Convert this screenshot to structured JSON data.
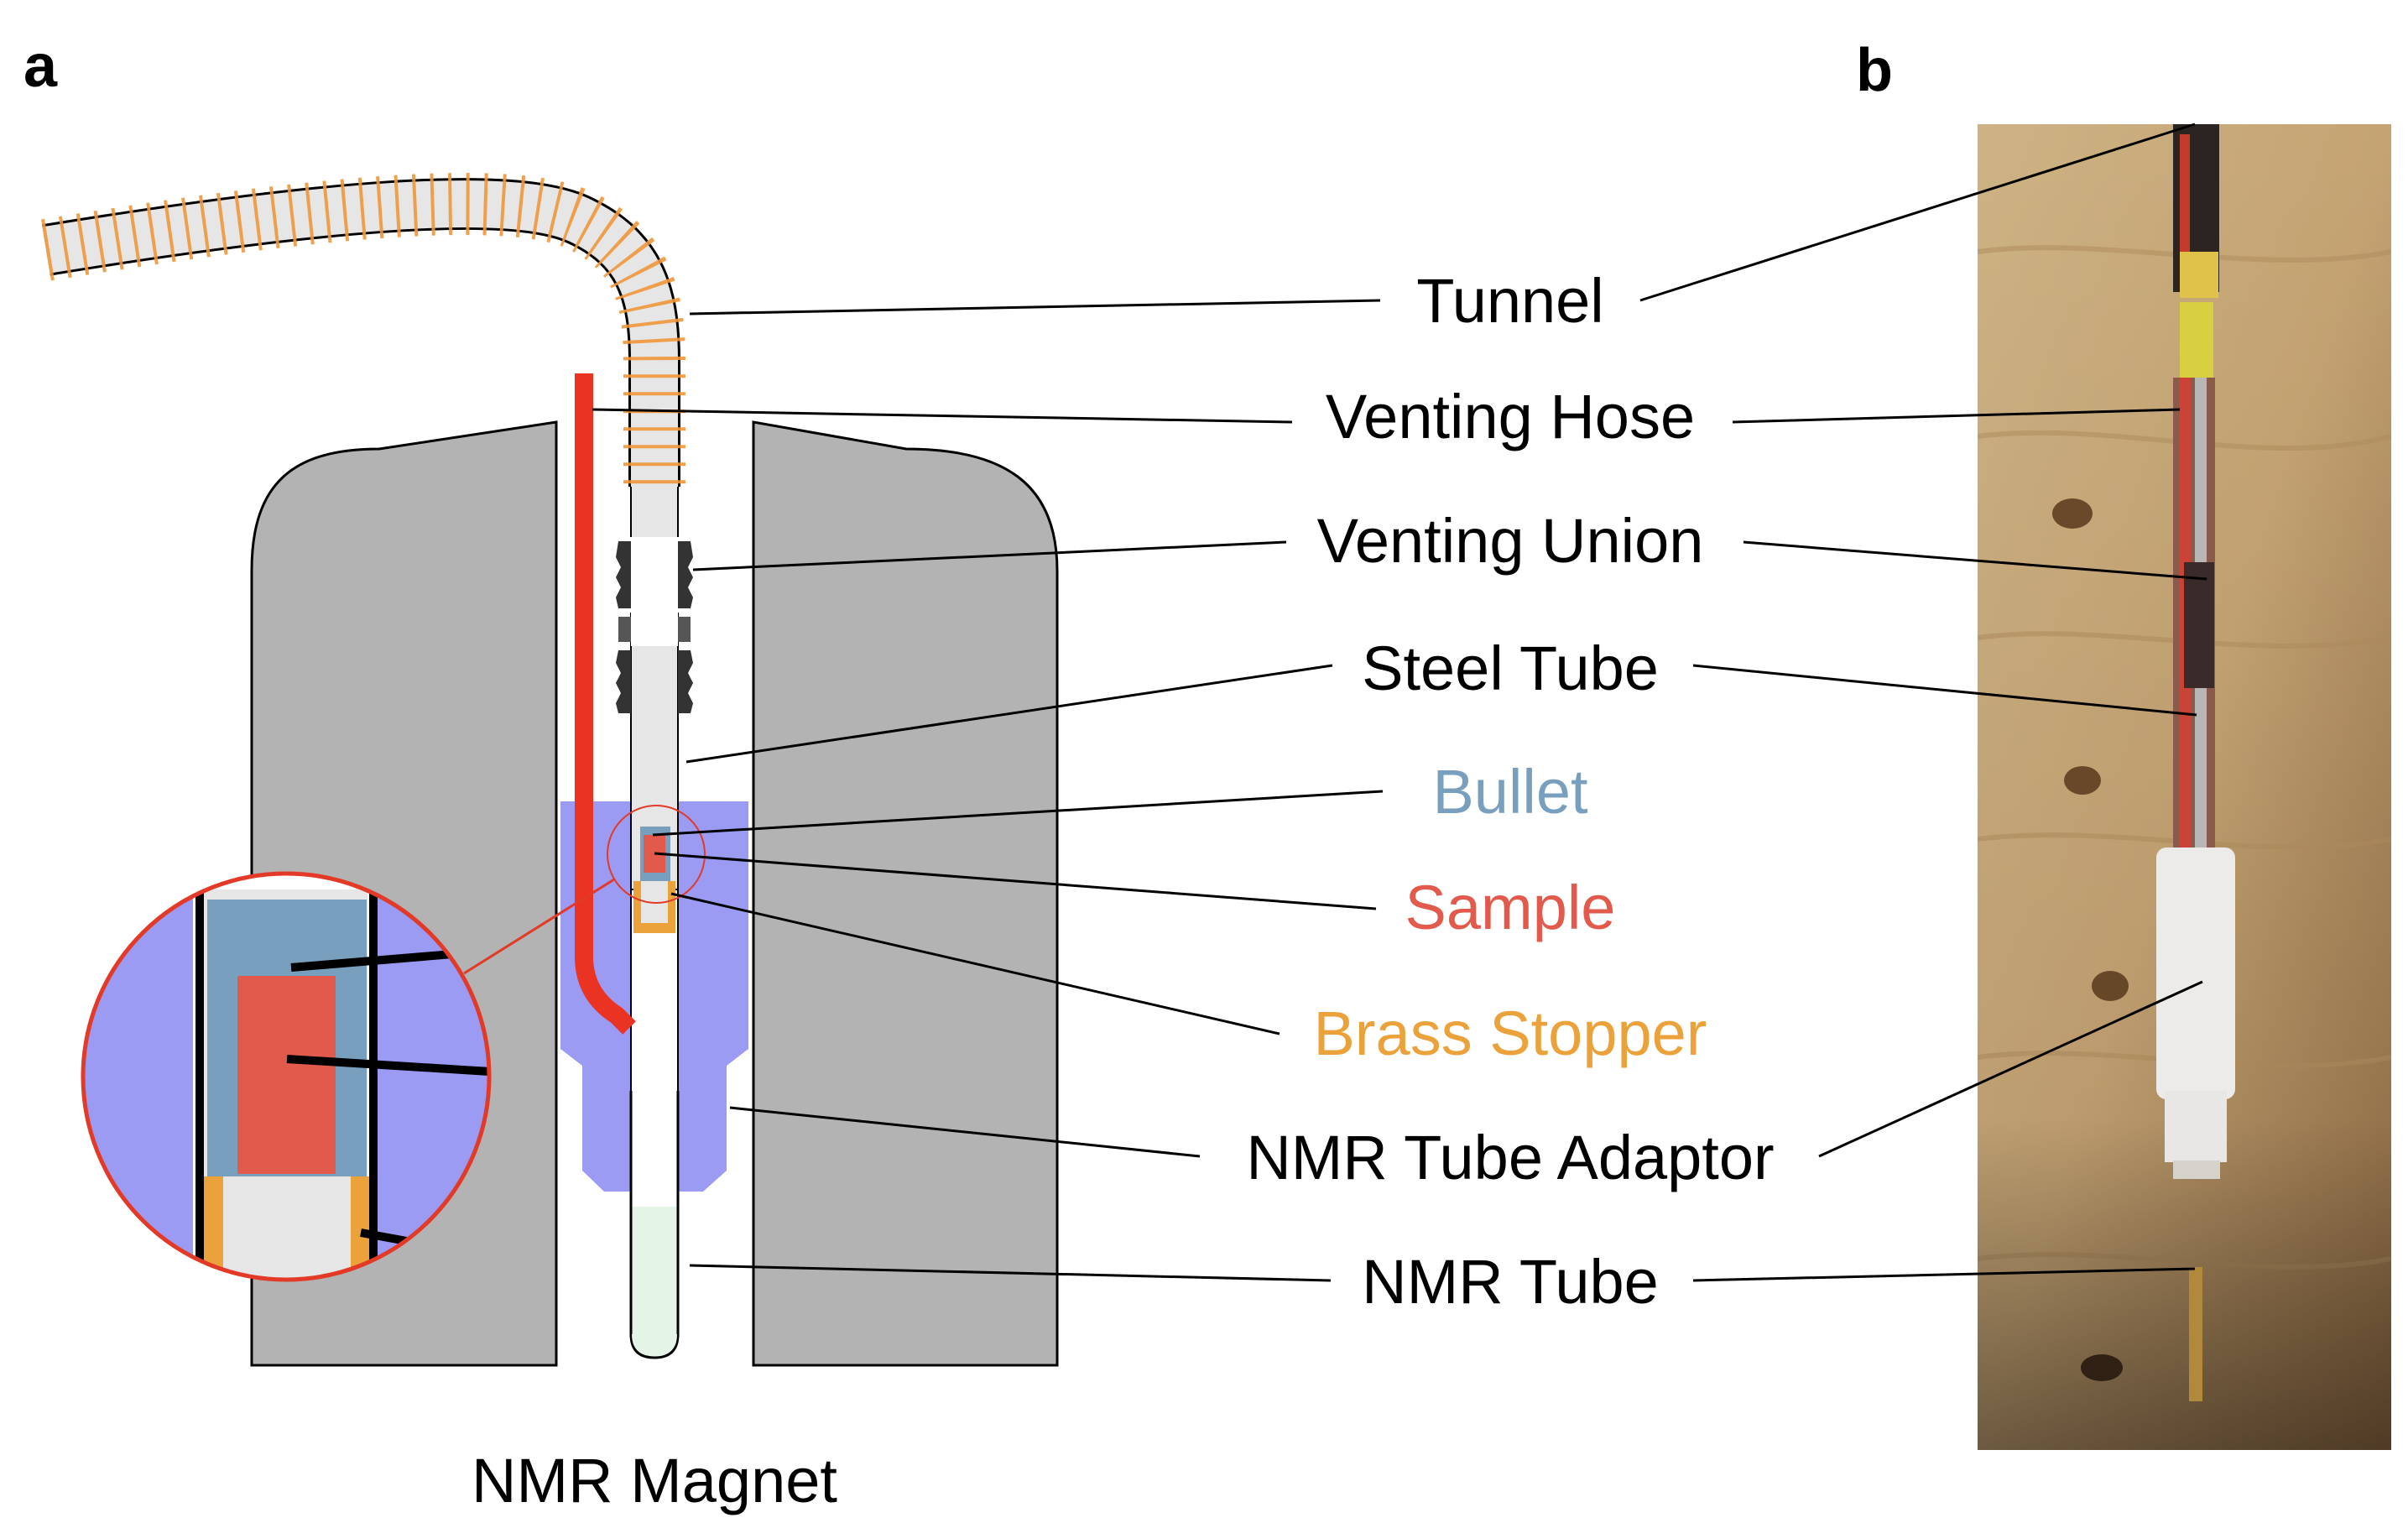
{
  "panels": {
    "a": "a",
    "b": "b"
  },
  "labels": {
    "tunnel": "Tunnel",
    "venting_hose": "Venting Hose",
    "venting_union": "Venting Union",
    "steel_tube": "Steel Tube",
    "bullet": "Bullet",
    "sample": "Sample",
    "brass_stopper": "Brass Stopper",
    "nmr_tube_adaptor": "NMR Tube Adaptor",
    "nmr_tube": "NMR Tube"
  },
  "caption": "NMR Magnet",
  "colors": {
    "magnet": "#b3b3b3",
    "adaptor": "#9b9bf3",
    "venting_hose": "#ea3323",
    "bullet": "#789fbd",
    "sample": "#e15a4c",
    "brass_stopper": "#eba23a",
    "tunnel_coil": "#f0973a",
    "steel_tube": "#e6e6e6",
    "nmr_tube_fluid": "#e4f5e8",
    "zoom_outline": "#e23a27",
    "wood": "#c8a877"
  }
}
